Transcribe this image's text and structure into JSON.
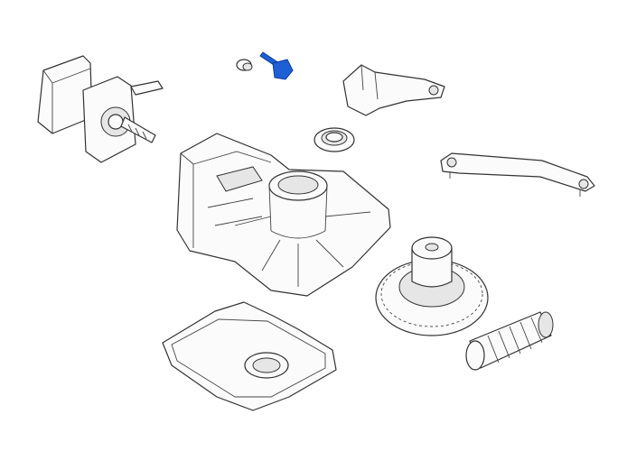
{
  "diagram": {
    "highlight_color": "#1f5fd6",
    "line_color": "#333333",
    "parts": [
      "motor",
      "nut",
      "highlighted-lever",
      "release-lever",
      "bearing-ring",
      "arm",
      "gearbox-housing",
      "gear-wheel",
      "cover",
      "worm-screw"
    ]
  }
}
